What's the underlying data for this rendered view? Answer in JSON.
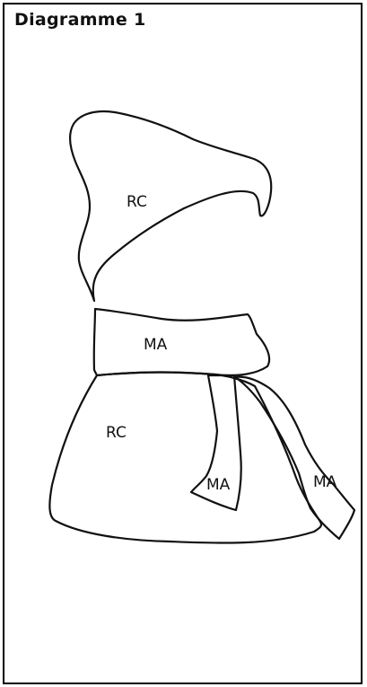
{
  "title": "Diagramme 1",
  "labels": {
    "hat": "RC",
    "scarf_band": "MA",
    "body": "RC",
    "scarf_end_left": "MA",
    "scarf_end_right": "MA"
  }
}
